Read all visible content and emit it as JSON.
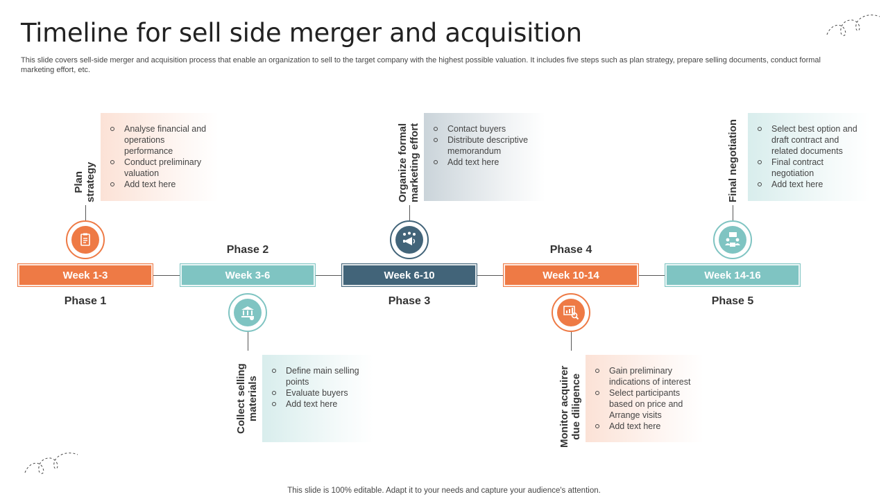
{
  "header": {
    "title": "Timeline for sell side merger and acquisition",
    "subtitle": "This slide covers sell-side merger and acquisition process that enable an organization to sell to the target company with the highest possible valuation. It includes five steps such as plan strategy, prepare selling documents, conduct formal marketing effort, etc."
  },
  "footer": {
    "text": "This slide is 100% editable. Adapt it to your needs and capture your audience's attention."
  },
  "colors": {
    "orange": "#ee7a45",
    "teal": "#7fc4c2",
    "navy": "#426479"
  },
  "phases": [
    {
      "week": "Week 1-3",
      "phase": "Phase 1",
      "color": "orange",
      "icon": "clipboard-icon",
      "label_lines": [
        "Plan",
        "strategy"
      ],
      "bullets": [
        "Analyse financial and operations performance",
        "Conduct preliminary valuation",
        "Add text here"
      ]
    },
    {
      "week": "Week 3-6",
      "phase": "Phase 2",
      "color": "teal",
      "icon": "bank-money-icon",
      "label_lines": [
        "Collect selling",
        "materials"
      ],
      "bullets": [
        "Define main selling points",
        "Evaluate buyers",
        "Add text here"
      ]
    },
    {
      "week": "Week 6-10",
      "phase": "Phase 3",
      "color": "navy",
      "icon": "megaphone-people-icon",
      "label_lines": [
        "Organize formal",
        "marketing effort"
      ],
      "bullets": [
        "Contact buyers",
        "Distribute descriptive memorandum",
        "Add text here"
      ]
    },
    {
      "week": "Week 10-14",
      "phase": "Phase 4",
      "color": "orange",
      "icon": "chart-magnifier-icon",
      "label_lines": [
        "Monitor acquirer",
        "due diligence"
      ],
      "bullets": [
        "Gain preliminary indications of interest",
        "Select participants based on price and Arrange visits",
        "Add text here"
      ]
    },
    {
      "week": "Week 14-16",
      "phase": "Phase 5",
      "color": "teal",
      "icon": "negotiation-meeting-icon",
      "label_lines": [
        "Final negotiation"
      ],
      "bullets": [
        "Select best option and draft contract and related documents",
        "Final contract negotiation",
        "Add text here"
      ]
    }
  ]
}
